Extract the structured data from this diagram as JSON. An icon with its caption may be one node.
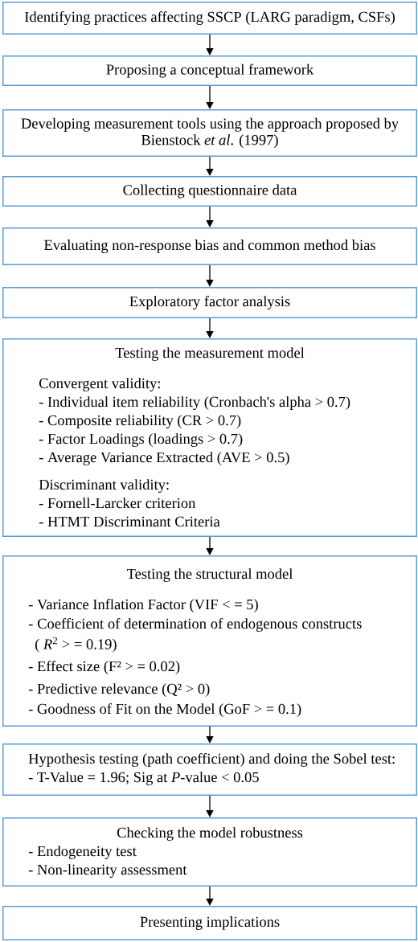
{
  "diagram": {
    "nodes": [
      {
        "text": [
          "Identifying practices affecting SSCP (LARG paradigm, CSFs)"
        ]
      },
      {
        "text": [
          "Proposing a conceptual framework"
        ]
      },
      {
        "text": [
          "Developing measurement tools using the approach proposed by Bienstock *et al*. (1997)"
        ]
      },
      {
        "text": [
          "Collecting questionnaire data"
        ]
      },
      {
        "text": [
          "Evaluating non-response bias and common method bias"
        ]
      },
      {
        "text": [
          "Exploratory factor analysis"
        ]
      },
      {
        "text": [
          "Testing the measurement model",
          "Convergent validity:",
          "- Individual item reliability (Cronbach's alpha > 0.7)",
          "- Composite reliability (CR > 0.7)",
          "- Factor Loadings (loadings > 0.7)",
          "- Average Variance Extracted (AVE > 0.5)",
          "Discriminant validity:",
          "- Fornell-Larcker criterion",
          "- HTMT Discriminant Criteria"
        ]
      },
      {
        "text": [
          "Testing the structural model",
          "- Variance Inflation Factor (VIF < = 5)",
          "- Coefficient of determination of endogenous constructs ( *R*$^{2}$ > = 0.19)",
          "- Effect size (F² > =  0.02)",
          "- Predictive relevance (Q² > 0)",
          "- Goodness of Fit on the Model (GoF > = 0.1)"
        ]
      },
      {
        "text": [
          "Hypothesis testing (path coefficient) and doing the Sobel test:",
          "- T-Value = 1.96; Sig at *P*-value < 0.05"
        ]
      },
      {
        "text": [
          "Checking the model robustness",
          "- Endogeneity test",
          "- Non-linearity assessment"
        ]
      },
      {
        "text": [
          "Presenting implications"
        ]
      }
    ],
    "edges": [
      {
        "from": 0,
        "to": 1,
        "arrow": "to"
      },
      {
        "from": 1,
        "to": 2,
        "arrow": "to"
      },
      {
        "from": 2,
        "to": 3,
        "arrow": "to"
      },
      {
        "from": 3,
        "to": 4,
        "arrow": "to"
      },
      {
        "from": 4,
        "to": 5,
        "arrow": "to"
      },
      {
        "from": 5,
        "to": 6,
        "arrow": "to"
      },
      {
        "from": 6,
        "to": 7,
        "arrow": "to"
      },
      {
        "from": 7,
        "to": 8,
        "arrow": "to"
      },
      {
        "from": 8,
        "to": 9,
        "arrow": "to"
      },
      {
        "from": 9,
        "to": 10,
        "arrow": "to"
      }
    ]
  }
}
